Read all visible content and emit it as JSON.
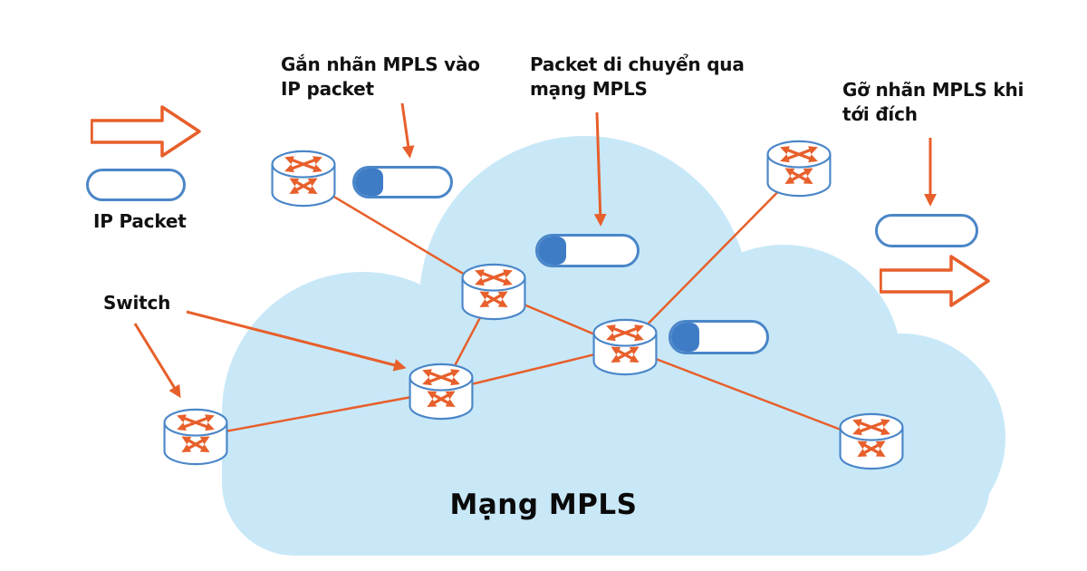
{
  "labels": {
    "attach": "Gắn nhãn MPLS vào\nIP packet",
    "transit": "Packet di chuyển qua\nmạng MPLS",
    "remove": "Gỡ nhãn MPLS khi\ntới đích",
    "ip_packet": "IP Packet",
    "switch": "Switch",
    "network_title": "Mạng MPLS"
  },
  "colors": {
    "accent_orange": "#E75F2B",
    "outline_blue": "#4A86C8",
    "mpls_label_blue": "#3E7CC6",
    "cloud_blue": "#C8E8F8",
    "text": "#111111",
    "background": "#FFFFFF"
  },
  "icons": {
    "router": "router-icon",
    "flow_arrow": "flow-arrow-right-icon",
    "cloud": "mpls-cloud-shape",
    "packet": "packet-pill",
    "labeled_packet": "labeled-packet-pill",
    "annotation_arrow": "annotation-arrow-icon"
  },
  "network": {
    "router_count": 7,
    "link_count": 7,
    "labeled_packet_count": 3,
    "plain_packet_count": 2
  }
}
